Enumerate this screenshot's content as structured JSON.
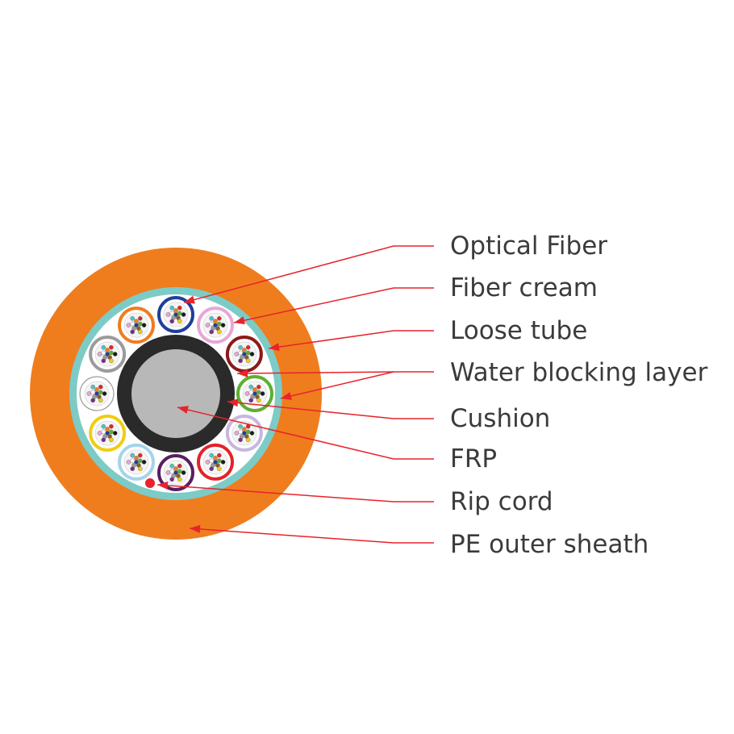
{
  "labels": {
    "optical_fiber": "Optical Fiber",
    "fiber_cream": "Fiber cream",
    "loose_tube": "Loose tube",
    "water_blocking_layer": "Water blocking layer",
    "cushion": "Cushion",
    "frp": "FRP",
    "rip_cord": "Rip cord",
    "pe_outer_sheath": "PE outer sheath"
  },
  "colors": {
    "sheath": "#ef7d1e",
    "water_blocking": "#7dcbc6",
    "leader": "#e8232a",
    "cushion": "#2a2a2a",
    "frp": "#b8b8b8",
    "label_text": "#3b3b3b"
  },
  "tube_colors": [
    "#1f3f9c",
    "#e8a6d6",
    "#8b1a1a",
    "#5bb030",
    "#c8b6e0",
    "#e2232a",
    "#5a1e62",
    "#a4d4ea",
    "#f0cd12",
    "#ffffff",
    "#9b9b9b",
    "#ef7d1e"
  ],
  "fiber_colors": [
    "#1f3f9c",
    "#ef7d1e",
    "#5bb030",
    "#8b5a2b",
    "#9b9b9b",
    "#ffffff",
    "#e2232a",
    "#1a1a1a",
    "#f0cd12",
    "#7a2a8a",
    "#e8a6d6",
    "#4cc3c8"
  ]
}
